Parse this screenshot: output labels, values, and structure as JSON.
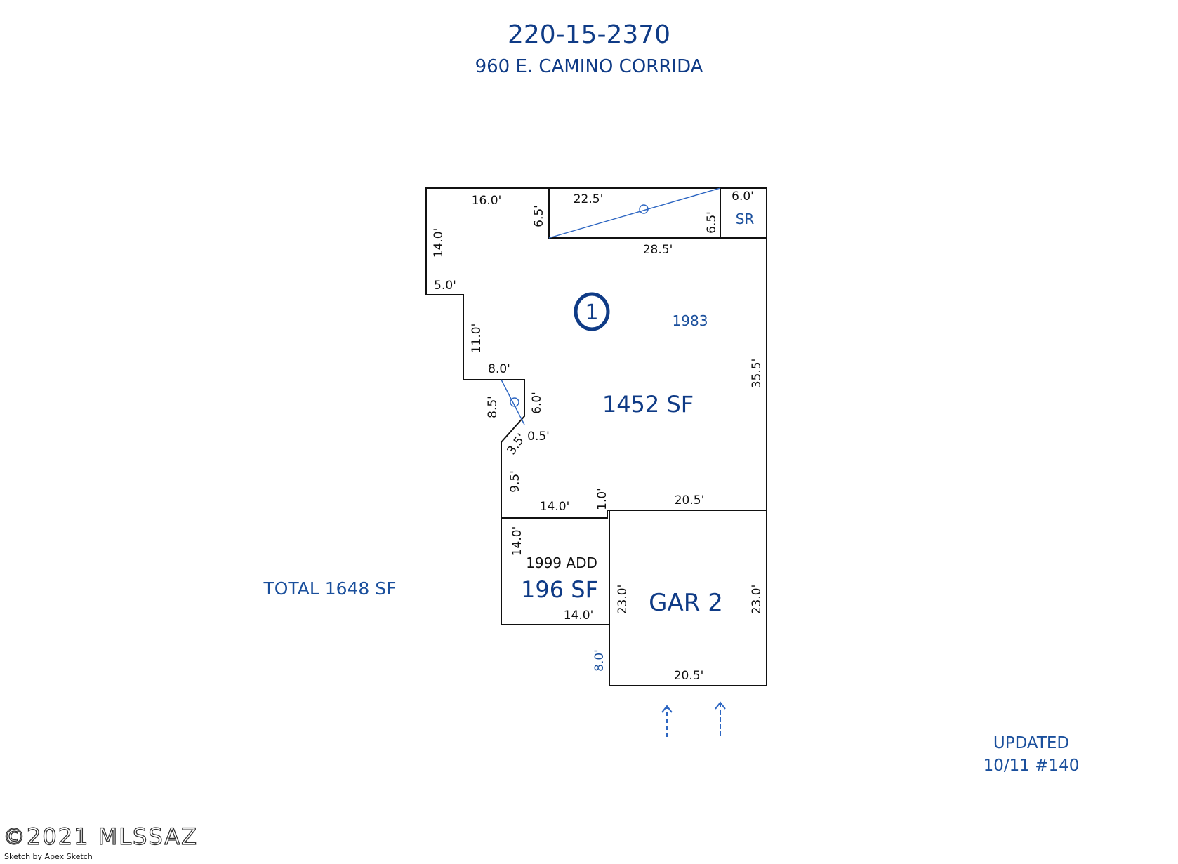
{
  "header": {
    "parcel_number": "220-15-2370",
    "address": "960 E. CAMINO CORRIDA"
  },
  "main_area": {
    "label_number": "1",
    "year": "1983",
    "area": "1452 SF"
  },
  "addition": {
    "year_label": "1999 ADD",
    "area": "196 SF"
  },
  "garage": {
    "label": "GAR 2"
  },
  "sunroom": {
    "label": "SR"
  },
  "total": "TOTAL 1648 SF",
  "updated": {
    "line1": "UPDATED",
    "line2": "10/11  #140"
  },
  "footer": {
    "copyright": "©2021 MLSSAZ",
    "credit": "Sketch by Apex Sketch"
  },
  "dimensions": {
    "top_left": "16.0'",
    "patio_top": "22.5'",
    "patio_left": "6.5'",
    "patio_right": "6.5'",
    "sr_top": "6.0'",
    "patio_bottom": "28.5'",
    "left_upper": "14.0'",
    "step_a": "5.0'",
    "left_mid": "11.0'",
    "step_b": "8.0'",
    "right_side": "35.5'",
    "nook_left": "8.5'",
    "nook_right": "6.0'",
    "nook_bottom": "0.5'",
    "diag": "3.5'",
    "left_lower": "9.5'",
    "add_top": "14.0'",
    "jog": "1.0'",
    "gar_top": "20.5'",
    "add_left": "14.0'",
    "add_bottom": "14.0'",
    "gar_left": "23.0'",
    "gar_right": "23.0'",
    "gar_offset": "8.0'",
    "gar_bottom": "20.5'"
  },
  "colors": {
    "accent": "#1a4f9c",
    "line": "#111111"
  },
  "icons": [
    "direction-arrow-icon",
    "direction-arrow-icon"
  ]
}
